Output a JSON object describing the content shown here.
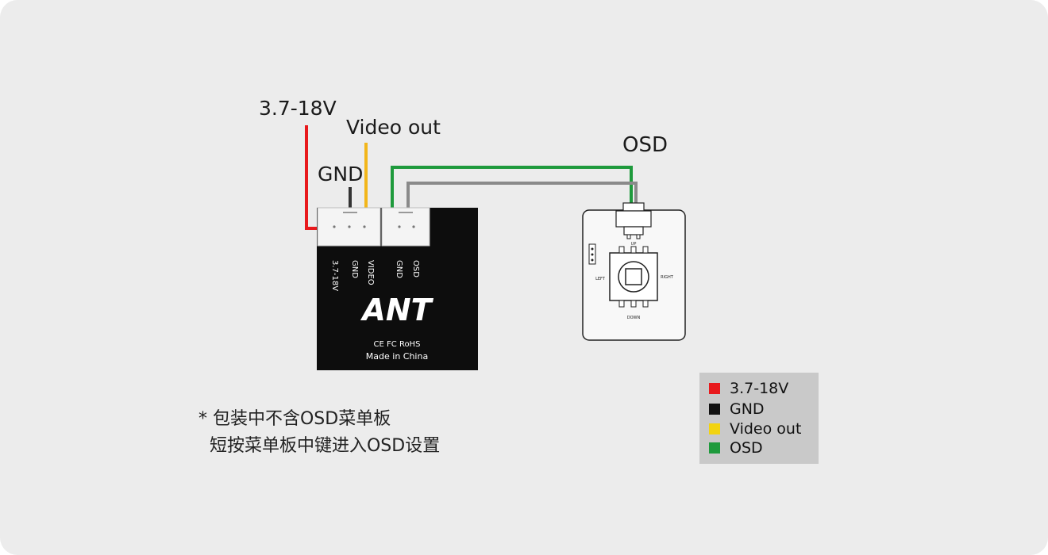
{
  "wire_labels": {
    "power": "3.7-18V",
    "gnd": "GND",
    "video": "Video out",
    "osd": "OSD"
  },
  "pin_labels": [
    "3.7-18V",
    "GND",
    "VIDEO",
    "GND",
    "OSD"
  ],
  "camera": {
    "brand": "ANT",
    "certs": "CE FC RoHS",
    "origin": "Made in China"
  },
  "osd_board": {
    "up": "UP",
    "left": "LEFT",
    "right": "RIGHT",
    "down": "DOWN"
  },
  "note": {
    "line1": "* 包装中不含OSD菜单板",
    "line2": "  短按菜单板中键进入OSD设置"
  },
  "legend": [
    {
      "color": "#e8191c",
      "label": "3.7-18V"
    },
    {
      "color": "#111111",
      "label": "GND"
    },
    {
      "color": "#f2d310",
      "label": "Video out"
    },
    {
      "color": "#1e9a3c",
      "label": "OSD"
    }
  ],
  "colors": {
    "power_wire": "#e8191c",
    "gnd_wire": "#333333",
    "video_wire": "#f2b61a",
    "osd_wire": "#1e9a3c",
    "osd_gnd_wire": "#8a8a8a"
  }
}
